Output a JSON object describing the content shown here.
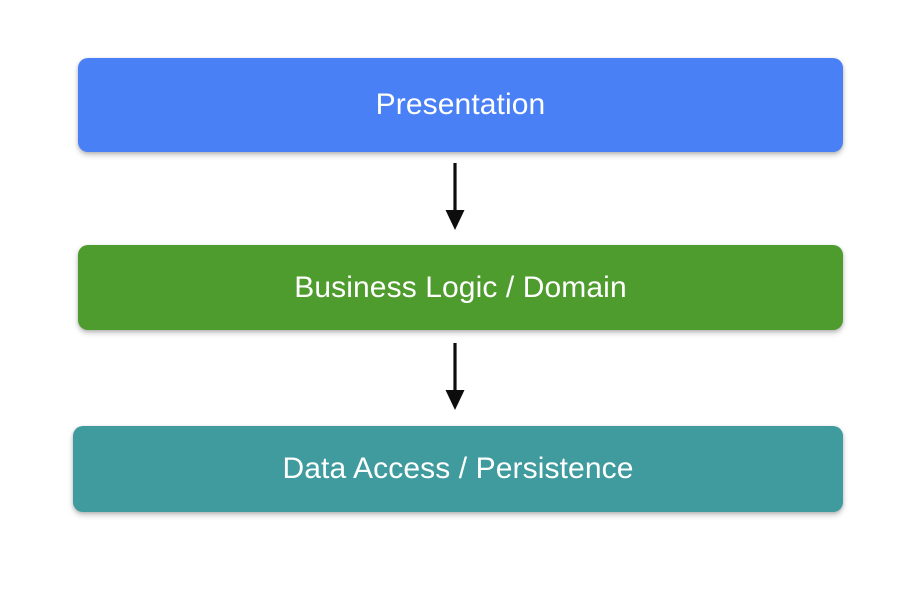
{
  "diagram": {
    "type": "layered-architecture-flow",
    "background_color": "#ffffff",
    "orientation": "vertical-top-down",
    "layers": [
      {
        "id": "presentation",
        "label": "Presentation",
        "color": "#4A80F5",
        "text_color": "#ffffff",
        "order": 1
      },
      {
        "id": "business",
        "label": "Business Logic / Domain",
        "color": "#4E9C2D",
        "text_color": "#ffffff",
        "order": 2
      },
      {
        "id": "data",
        "label": "Data Access / Persistence",
        "color": "#3F9B9E",
        "text_color": "#ffffff",
        "order": 3
      }
    ],
    "connectors": [
      {
        "id": "arrow-presentation-to-business",
        "from": "presentation",
        "to": "business",
        "style": "solid-arrow-down",
        "color": "#0d0d0d"
      },
      {
        "id": "arrow-business-to-data",
        "from": "business",
        "to": "data",
        "style": "solid-arrow-down",
        "color": "#0d0d0d"
      }
    ]
  }
}
